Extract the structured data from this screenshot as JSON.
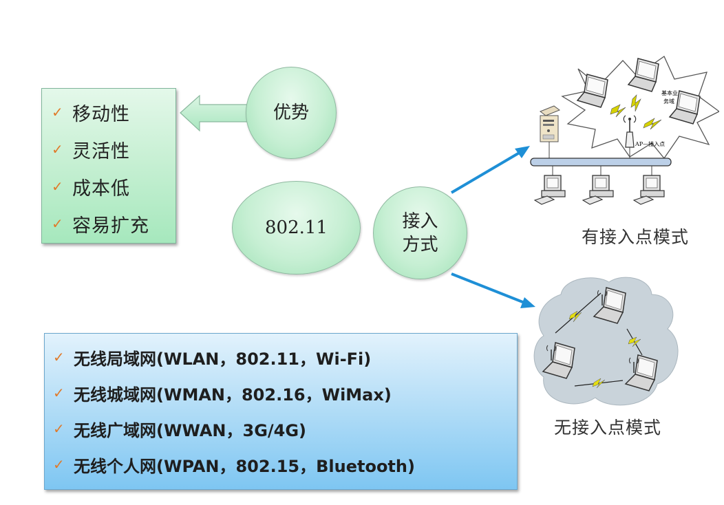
{
  "advantages": {
    "title": "优势",
    "items": [
      "移动性",
      "灵活性",
      "成本低",
      "容易扩充"
    ]
  },
  "center": {
    "standard": "802.11",
    "access_method_line1": "接入",
    "access_method_line2": "方式"
  },
  "modes": {
    "infrastructure": {
      "label": "有接入点模式",
      "bss_label_line1": "基本业",
      "bss_label_line2": "务域",
      "ap_label": "AP—接入点"
    },
    "adhoc": {
      "label": "无接入点模式"
    }
  },
  "categories": [
    "无线局域网(WLAN，802.11，Wi-Fi)",
    "无线城域网(WMAN，802.16，WiMax)",
    "无线广域网(WWAN，3G/4G)",
    "无线个人网(WPAN，802.15，Bluetooth)"
  ],
  "icons": {
    "check": "✓"
  },
  "colors": {
    "green_fill": "#c8f0d4",
    "blue_fill": "#b5def7",
    "arrow_blue": "#1e8fd6",
    "check_orange": "#e07a2a"
  }
}
